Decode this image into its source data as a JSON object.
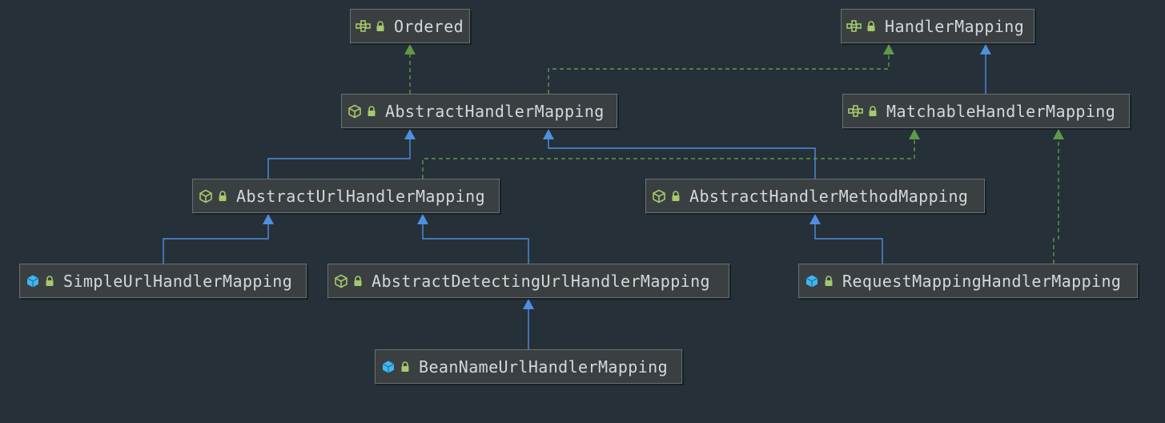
{
  "colors": {
    "background": "#263038",
    "node_fill": "#3a3f41",
    "node_border": "#6a7074",
    "text": "#d4d8dc",
    "extends_edge": "#4f8fe0",
    "implements_edge": "#5e9a4a",
    "interface_icon": "#a5c96e",
    "abstract_icon": "#a5c96e",
    "class_icon": "#3fb6f0",
    "lock_icon": "#a5c96e"
  },
  "nodes": [
    {
      "id": "ordered",
      "label": "Ordered",
      "kind": "interface",
      "icon": "interface-icon"
    },
    {
      "id": "handler-mapping",
      "label": "HandlerMapping",
      "kind": "interface",
      "icon": "interface-icon"
    },
    {
      "id": "abstract-handler-mapping",
      "label": "AbstractHandlerMapping",
      "kind": "abstract",
      "icon": "abstract-class-icon"
    },
    {
      "id": "matchable-handler-mapping",
      "label": "MatchableHandlerMapping",
      "kind": "interface",
      "icon": "interface-icon"
    },
    {
      "id": "abstract-url-handler-mapping",
      "label": "AbstractUrlHandlerMapping",
      "kind": "abstract",
      "icon": "abstract-class-icon"
    },
    {
      "id": "abstract-handler-method-mapping",
      "label": "AbstractHandlerMethodMapping",
      "kind": "abstract",
      "icon": "abstract-class-icon"
    },
    {
      "id": "simple-url-handler-mapping",
      "label": "SimpleUrlHandlerMapping",
      "kind": "class",
      "icon": "class-icon"
    },
    {
      "id": "abstract-detecting-url-handler-mapping",
      "label": "AbstractDetectingUrlHandlerMapping",
      "kind": "abstract",
      "icon": "abstract-class-icon"
    },
    {
      "id": "request-mapping-handler-mapping",
      "label": "RequestMappingHandlerMapping",
      "kind": "class",
      "icon": "class-icon"
    },
    {
      "id": "bean-name-url-handler-mapping",
      "label": "BeanNameUrlHandlerMapping",
      "kind": "class",
      "icon": "class-icon"
    }
  ],
  "edges": [
    {
      "from": "abstract-handler-mapping",
      "to": "ordered",
      "type": "implements"
    },
    {
      "from": "abstract-handler-mapping",
      "to": "handler-mapping",
      "type": "implements"
    },
    {
      "from": "matchable-handler-mapping",
      "to": "handler-mapping",
      "type": "extends"
    },
    {
      "from": "abstract-url-handler-mapping",
      "to": "abstract-handler-mapping",
      "type": "extends"
    },
    {
      "from": "abstract-url-handler-mapping",
      "to": "matchable-handler-mapping",
      "type": "implements"
    },
    {
      "from": "abstract-handler-method-mapping",
      "to": "abstract-handler-mapping",
      "type": "extends"
    },
    {
      "from": "simple-url-handler-mapping",
      "to": "abstract-url-handler-mapping",
      "type": "extends"
    },
    {
      "from": "abstract-detecting-url-handler-mapping",
      "to": "abstract-url-handler-mapping",
      "type": "extends"
    },
    {
      "from": "request-mapping-handler-mapping",
      "to": "abstract-handler-method-mapping",
      "type": "extends"
    },
    {
      "from": "request-mapping-handler-mapping",
      "to": "matchable-handler-mapping",
      "type": "implements"
    },
    {
      "from": "bean-name-url-handler-mapping",
      "to": "abstract-detecting-url-handler-mapping",
      "type": "extends"
    }
  ]
}
